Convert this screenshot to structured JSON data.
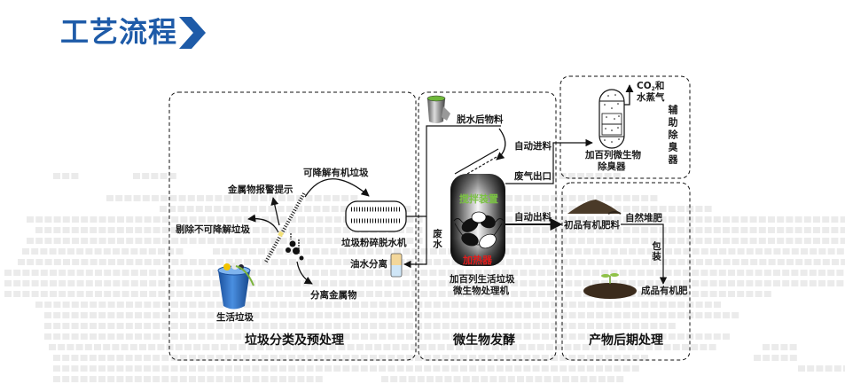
{
  "header": {
    "title": "工艺流程",
    "title_color": "#1e5ba8",
    "chevron_icon": "chevron-right-icon"
  },
  "colors": {
    "accent": "#1e5ba8",
    "grid_cell": "#ebebeb",
    "line": "#111111",
    "stirring_label": "#7ac143",
    "heater_label": "#e21b1b"
  },
  "sections": {
    "sorting": {
      "title": "垃圾分类及预处理",
      "labels": {
        "household_waste": "生活垃圾",
        "remove_nondegradable": "剔除不可降解垃圾",
        "metal_alarm": "金属物报警提示",
        "degradable_organic": "可降解有机垃圾",
        "separate_metal": "分离金属物",
        "crusher": "垃圾粉碎脱水机",
        "oil_water": "油水分离"
      }
    },
    "fermentation": {
      "title": "微生物发酵",
      "labels": {
        "dewatered_material": "脱水后物料",
        "auto_feed": "自动进料",
        "exhaust_outlet": "废气出口",
        "auto_discharge": "自动出料",
        "wastewater": "废水",
        "stirring": "搅拌装置",
        "heater": "加热器",
        "machine_line1": "加百列生活垃圾",
        "machine_line2": "微生物处理机"
      }
    },
    "deodorizer": {
      "title": "辅助除臭器",
      "labels": {
        "co2_prefix": "CO",
        "co2_sub": "2",
        "co2_suffix": "和",
        "water_vapor": "水蒸气",
        "device_line1": "加百列微生物",
        "device_line2": "除臭器"
      }
    },
    "post": {
      "title": "产物后期处理",
      "labels": {
        "raw_fertilizer": "初品有机肥料",
        "natural_compost": "自然堆肥",
        "packaging": "包装",
        "final_fertilizer": "成品有机肥"
      }
    }
  }
}
